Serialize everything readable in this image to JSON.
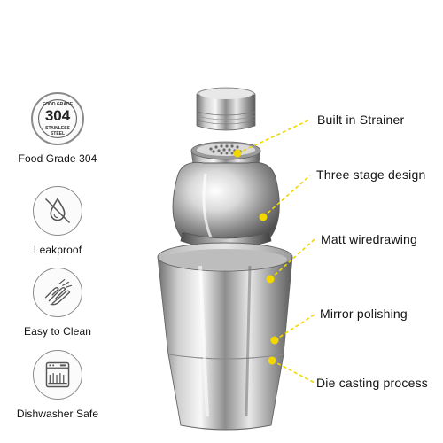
{
  "features": [
    {
      "name": "food-grade",
      "caption": "Food Grade 304",
      "badge_top": "FOOD GRADE",
      "badge_number": "304",
      "badge_bottom_1": "STAINLESS",
      "badge_bottom_2": "STEEL"
    },
    {
      "name": "leakproof",
      "caption": "Leakproof"
    },
    {
      "name": "easy-clean",
      "caption": "Easy to Clean"
    },
    {
      "name": "dishwasher",
      "caption": "Dishwasher Safe"
    }
  ],
  "callouts": [
    {
      "label": "Built in Strainer"
    },
    {
      "label": "Three stage design"
    },
    {
      "label": "Matt wiredrawing"
    },
    {
      "label": "Mirror polishing"
    },
    {
      "label": "Die casting process"
    }
  ],
  "colors": {
    "leader": "#f2d700",
    "icon_stroke": "#555555",
    "text": "#111111"
  }
}
